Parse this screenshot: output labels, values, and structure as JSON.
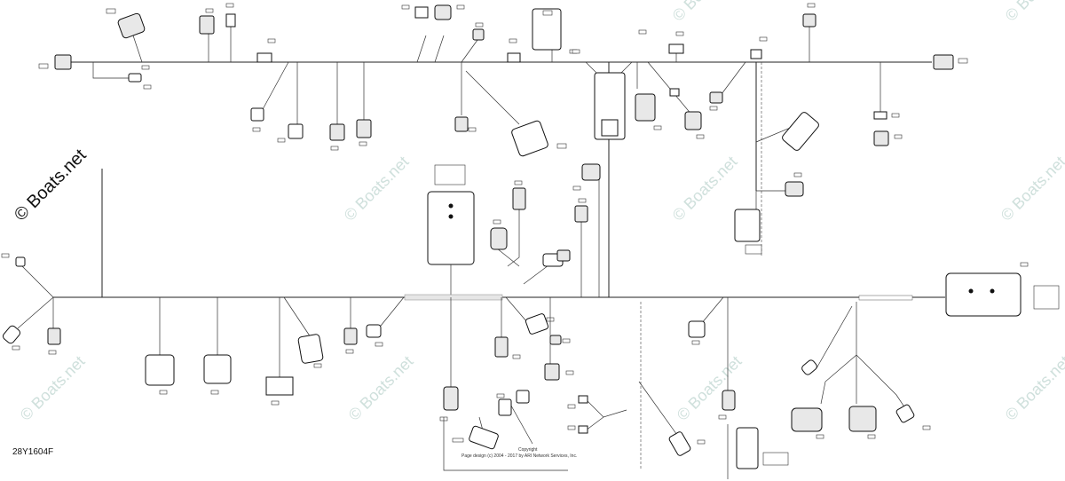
{
  "watermark_main": "© Boats.net",
  "watermark_repeat": "© Boats.net",
  "diagram_code": "28Y1604F",
  "copyright_line1": "Copyright",
  "copyright_line2": "Page design (c) 2004 - 2017 by ARI Network Services, Inc."
}
